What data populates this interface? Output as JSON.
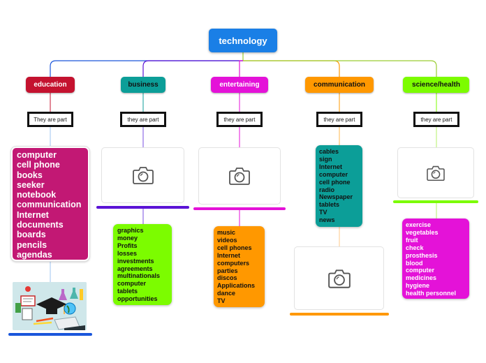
{
  "root": {
    "label": "technology",
    "color": "#1a7fe6"
  },
  "categories": [
    {
      "label": "education",
      "color": "#c4122f",
      "part_label": "They are part",
      "items": [
        "computer",
        "cell phone",
        "books",
        "seeker",
        "notebook",
        "communication",
        "Internet",
        "documents",
        "boards",
        "pencils",
        "agendas"
      ],
      "list_color": "#c21874",
      "image": "education-illustration-icon",
      "underline_color": "#1a56db"
    },
    {
      "label": "business",
      "color": "#0c9e98",
      "part_label": "they are part",
      "items": [
        "graphics",
        "money",
        "Profits",
        "losses",
        "investments",
        "agreements",
        "multinationals",
        "computer",
        "tablets",
        "opportunities"
      ],
      "list_color": "#7cfc00",
      "image": "camera-icon",
      "underline_color": "#5b13d6"
    },
    {
      "label": "entertaining",
      "color": "#e412d8",
      "part_label": "they are part",
      "items": [
        "music",
        "videos",
        "cell phones",
        "Internet",
        "computers",
        "parties",
        "discos",
        "Applications",
        "dance",
        "TV"
      ],
      "list_color": "#ff9800",
      "image": "camera-icon",
      "underline_color": "#e412d8"
    },
    {
      "label": "communication",
      "color": "#ff9800",
      "part_label": "they are part",
      "items": [
        "cables",
        "sign",
        "Internet",
        "computer",
        "cell phone",
        "radio",
        "Newspaper",
        "tablets",
        "TV",
        "news"
      ],
      "list_color": "#0c9e98",
      "image": "camera-icon",
      "underline_color": "#ff9800"
    },
    {
      "label": "science/health",
      "color": "#7cfc00",
      "part_label": "they are part",
      "items": [
        "exercise",
        "vegetables",
        "fruit",
        "check",
        "prosthesis",
        "blood",
        "computer",
        "medicines",
        "hygiene",
        "health personnel"
      ],
      "list_color": "#e412d8",
      "image": "camera-icon",
      "underline_color": "#7cfc00"
    }
  ]
}
